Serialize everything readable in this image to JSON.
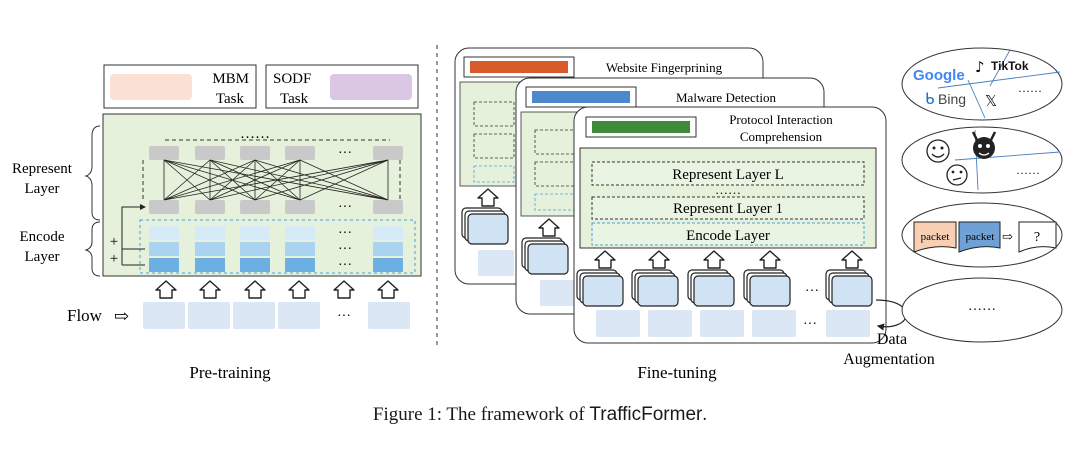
{
  "pretraining": {
    "tasks": [
      {
        "line1": "MBM",
        "line2": "Task",
        "color": "#fbe0d6"
      },
      {
        "line1": "SODF",
        "line2": "Task",
        "color": "#d9c7e3"
      }
    ],
    "represent_label": [
      "Represent",
      "Layer"
    ],
    "encode_label": [
      "Encode",
      "Layer"
    ],
    "plus_sign": "+",
    "ellipsis_top": "……",
    "ellipsis_dots": "···",
    "flow_label": "Flow",
    "flow_arrow": "⇨",
    "section_label": "Pre-training"
  },
  "finetuning": {
    "cards": [
      {
        "title": "Website Fingerprining",
        "color": "#d65a2a"
      },
      {
        "title": "Malware Detection",
        "color": "#4e88cc"
      },
      {
        "title_lines": [
          "Protocol Interaction",
          "Comprehension"
        ],
        "color": "#3e8a3a"
      }
    ],
    "layers": [
      "Represent Layer L",
      "……",
      "Represent Layer 1",
      "Encode Layer"
    ],
    "ellipsis_dots": "···",
    "augmentation_label": [
      "Data",
      "Augmentation"
    ],
    "section_label": "Fine-tuning"
  },
  "apps": {
    "google": "Google",
    "tiktok": "TikTok",
    "bing": "Bing",
    "x_logo": "𝕏",
    "ellipsis": "……",
    "packet1": "packet",
    "packet2": "packet",
    "question": "?",
    "arrow": "⇨",
    "ellipsis_bottom": "……"
  },
  "caption": {
    "prefix": "Figure 1: The framework of ",
    "name": "TrafficFormer",
    "suffix": "."
  },
  "colors": {
    "panel_green": "#e6f1dc",
    "layer_green": "#eaf4e2",
    "token_blue": "#dbe7f4",
    "token_light": "#d6eaf8",
    "token_mid": "#a9d3f1",
    "token_dark": "#6cb0e3",
    "gray_node": "#c9c9c9"
  }
}
